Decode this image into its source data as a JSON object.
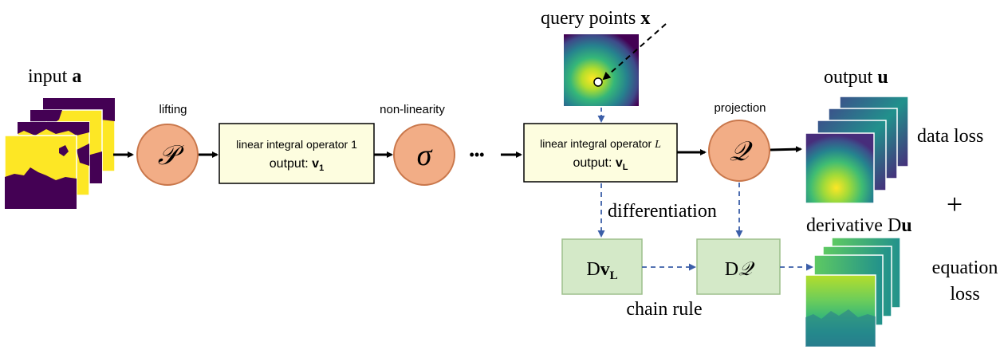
{
  "labels": {
    "input_word": "input",
    "input_var": "a",
    "lifting": "lifting",
    "nonlinearity": "non-linearity",
    "projection": "projection",
    "query_word": "query points",
    "query_var": "x",
    "output_word": "output",
    "output_var": "u",
    "data_loss": "data loss",
    "plus": "+",
    "derivative_word": "derivative D",
    "derivative_var": "u",
    "equation": "equation",
    "loss": "loss",
    "differentiation": "differentiation",
    "chain_rule": "chain rule",
    "ellipsis": "•••"
  },
  "operators": {
    "lift": "𝒫",
    "sigma": "σ",
    "proj": "𝒬"
  },
  "blocks": {
    "op1_title": "linear integral operator 1",
    "op1_output_word": "output:",
    "op1_output_var": "v",
    "op1_output_sub": "1",
    "opL_title": "linear integral operator",
    "opL_title_var": "L",
    "opL_output_word": "output:",
    "opL_output_var": "v",
    "opL_output_sub": "L",
    "dvl_prefix": "D",
    "dvl_var": "v",
    "dvl_sub": "L",
    "dq_prefix": "D",
    "dq_var": "𝒬"
  },
  "colors": {
    "operator_circle": "#f2ad86",
    "operator_border": "#c9774b",
    "block_fill": "#fdfddf",
    "green_fill": "#d4e9c8",
    "green_border": "#9dbf8c",
    "dashed_arrow": "#3b5ea8",
    "viridis_dark": "#440154",
    "viridis_yellow": "#fde725"
  }
}
